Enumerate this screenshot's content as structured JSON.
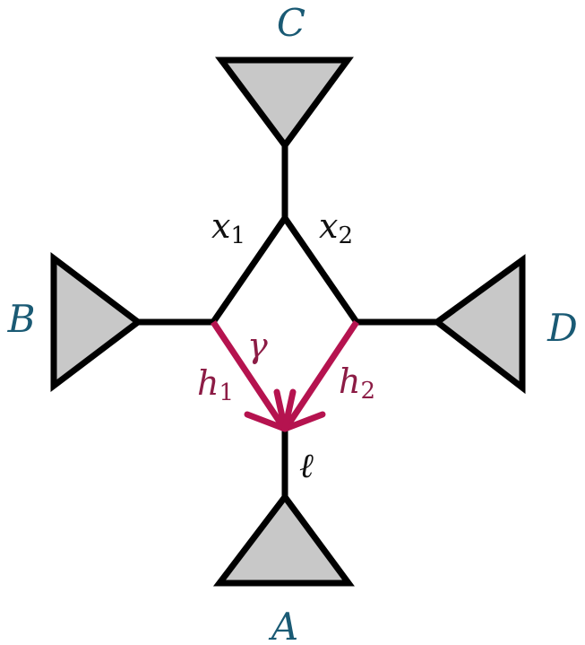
{
  "labels": {
    "node_a": "A",
    "node_b": "B",
    "node_c": "C",
    "node_d": "D",
    "x1": "x",
    "x1_sub": "1",
    "x2": "x",
    "x2_sub": "2",
    "h1": "h",
    "h1_sub": "1",
    "h2": "h",
    "h2_sub": "2",
    "gamma": "γ",
    "ell": "ℓ"
  },
  "colors": {
    "node_label": "#1a5a74",
    "arrow": "#b5134f",
    "arrow_label": "#8c1c45",
    "triangle_fill": "#c8c8c8",
    "edge": "#000000"
  }
}
